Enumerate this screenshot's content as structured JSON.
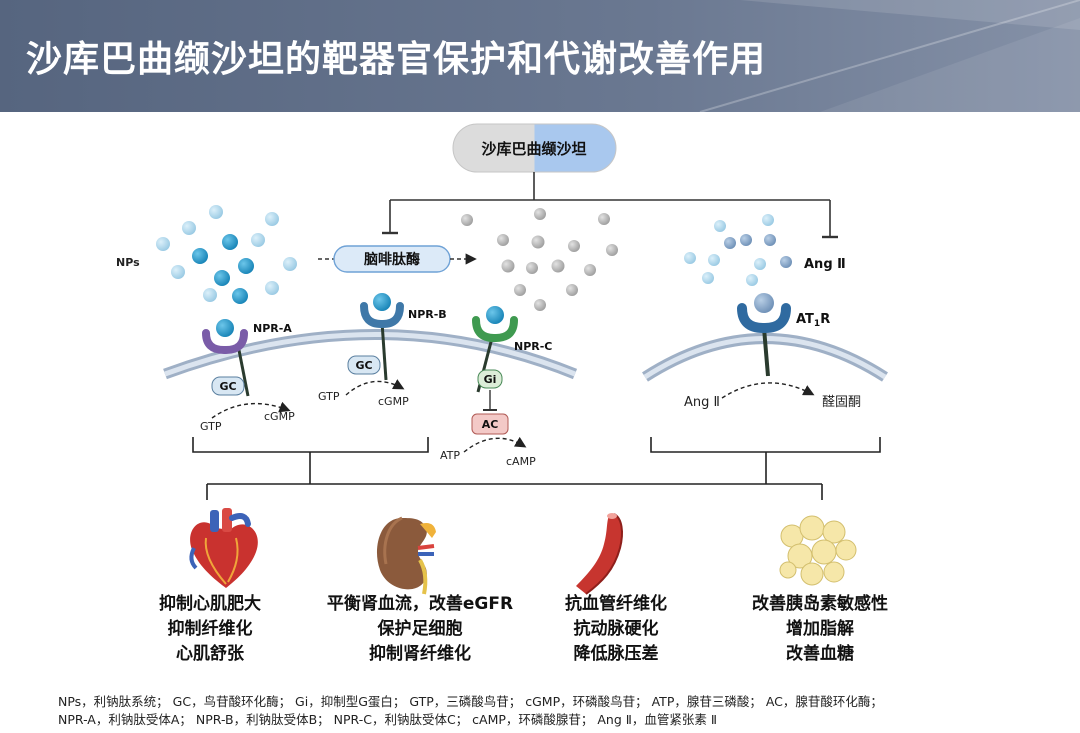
{
  "title": "沙库巴曲缬沙坦的靶器官保护和代谢改善作用",
  "drug": "沙库巴曲缬沙坦",
  "enzyme": "脑啡肽酶",
  "labels": {
    "nps": "NPs",
    "npr_a": "NPR-A",
    "npr_b": "NPR-B",
    "npr_c": "NPR-C",
    "gc": "GC",
    "gi": "Gi",
    "ac": "AC",
    "gtp": "GTP",
    "cgmp": "cGMP",
    "atp": "ATP",
    "camp": "cAMP",
    "ang2_top": "Ang Ⅱ",
    "at1r_main": "AT",
    "at1r_sub": "1",
    "at1r_end": "R",
    "ang2_left": "Ang Ⅱ",
    "aldosterone": "醛固酮"
  },
  "outcomes": [
    {
      "lines": [
        "抑制心肌肥大",
        "抑制纤维化",
        "心肌舒张"
      ]
    },
    {
      "lines": [
        "平衡肾血流，改善eGFR",
        "保护足细胞",
        "抑制肾纤维化"
      ]
    },
    {
      "lines": [
        "抗血管纤维化",
        "抗动脉硬化",
        "降低脉压差"
      ]
    },
    {
      "lines": [
        "改善胰岛素敏感性",
        "增加脂解",
        "改善血糖"
      ]
    }
  ],
  "footnote": [
    "NPs，利钠肽系统；  GC，鸟苷酸环化酶；  Gi，抑制型G蛋白；  GTP，三磷酸鸟苷；  cGMP，环磷酸鸟苷；  ATP，腺苷三磷酸；  AC，腺苷酸环化酶；",
    "NPR-A，利钠肽受体A；  NPR-B，利钠肽受体B；  NPR-C，利钠肽受体C；  cAMP，环磷酸腺苷；  Ang Ⅱ，血管紧张素 Ⅱ"
  ],
  "colors": {
    "banner": "#5a6b86",
    "drug_left": "#dcdcdc",
    "drug_right": "#a9c8ee",
    "membrane": "#a8b8cc",
    "np_dark": "#2a9ac9",
    "np_light": "#a9d3ea",
    "degraded": "#b9b9b9",
    "npr_a": "#7a5ca8",
    "npr_b": "#3f78a8",
    "npr_c": "#3f9a50",
    "at1r": "#3f78a8",
    "stalk": "#1e3a2a",
    "ac_fill": "#f3c9c7"
  },
  "icons": [
    "heart-icon",
    "kidney-icon",
    "blood-vessel-icon",
    "fat-cells-icon"
  ]
}
